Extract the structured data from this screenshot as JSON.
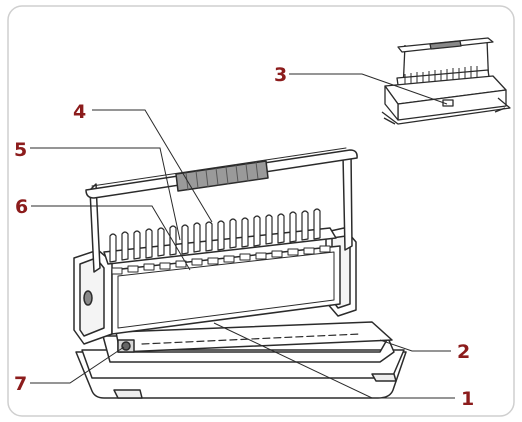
{
  "diagram": {
    "accent_color": "#8c1c1c",
    "line_color": "#2b2b2b",
    "callouts": [
      {
        "id": "c1",
        "label": "1"
      },
      {
        "id": "c2",
        "label": "2"
      },
      {
        "id": "c3",
        "label": "3"
      },
      {
        "id": "c4",
        "label": "4"
      },
      {
        "id": "c5",
        "label": "5"
      },
      {
        "id": "c6",
        "label": "6"
      },
      {
        "id": "c7",
        "label": "7"
      }
    ]
  }
}
